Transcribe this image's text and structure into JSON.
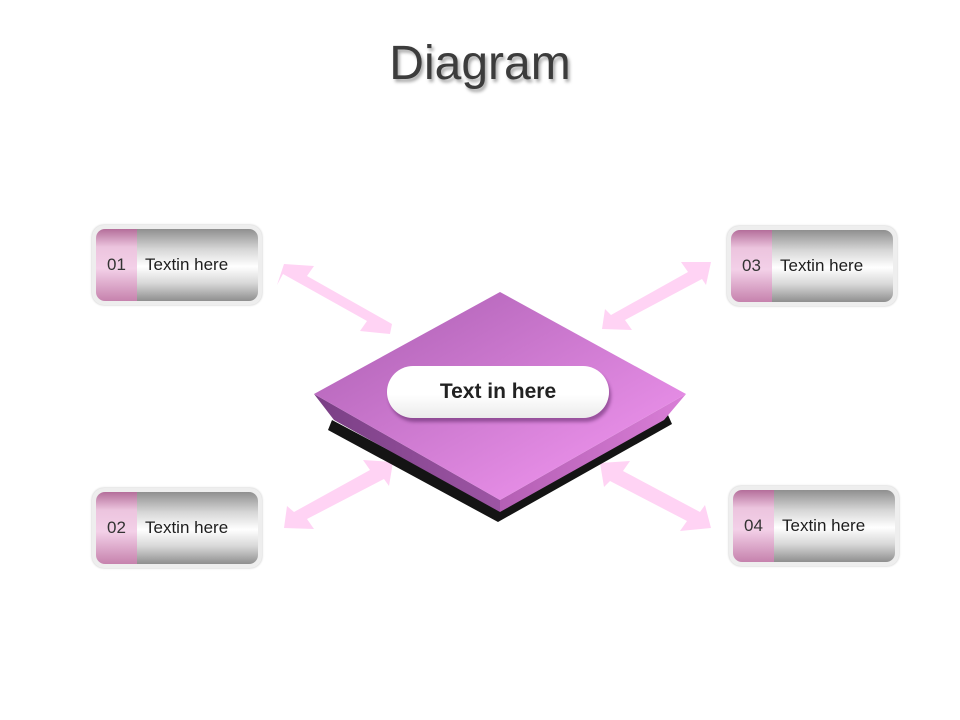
{
  "title": "Diagram",
  "center": {
    "label": "Text in here"
  },
  "items": [
    {
      "number": "01",
      "label": "Textin here"
    },
    {
      "number": "02",
      "label": "Textin here"
    },
    {
      "number": "03",
      "label": "Textin here"
    },
    {
      "number": "04",
      "label": "Textin here"
    }
  ],
  "colors": {
    "diamond_top_light": "#f08ef0",
    "diamond_top_dark": "#b368b8",
    "arrow": "#ffd6f5",
    "number_tab": "#e9b9d7"
  }
}
